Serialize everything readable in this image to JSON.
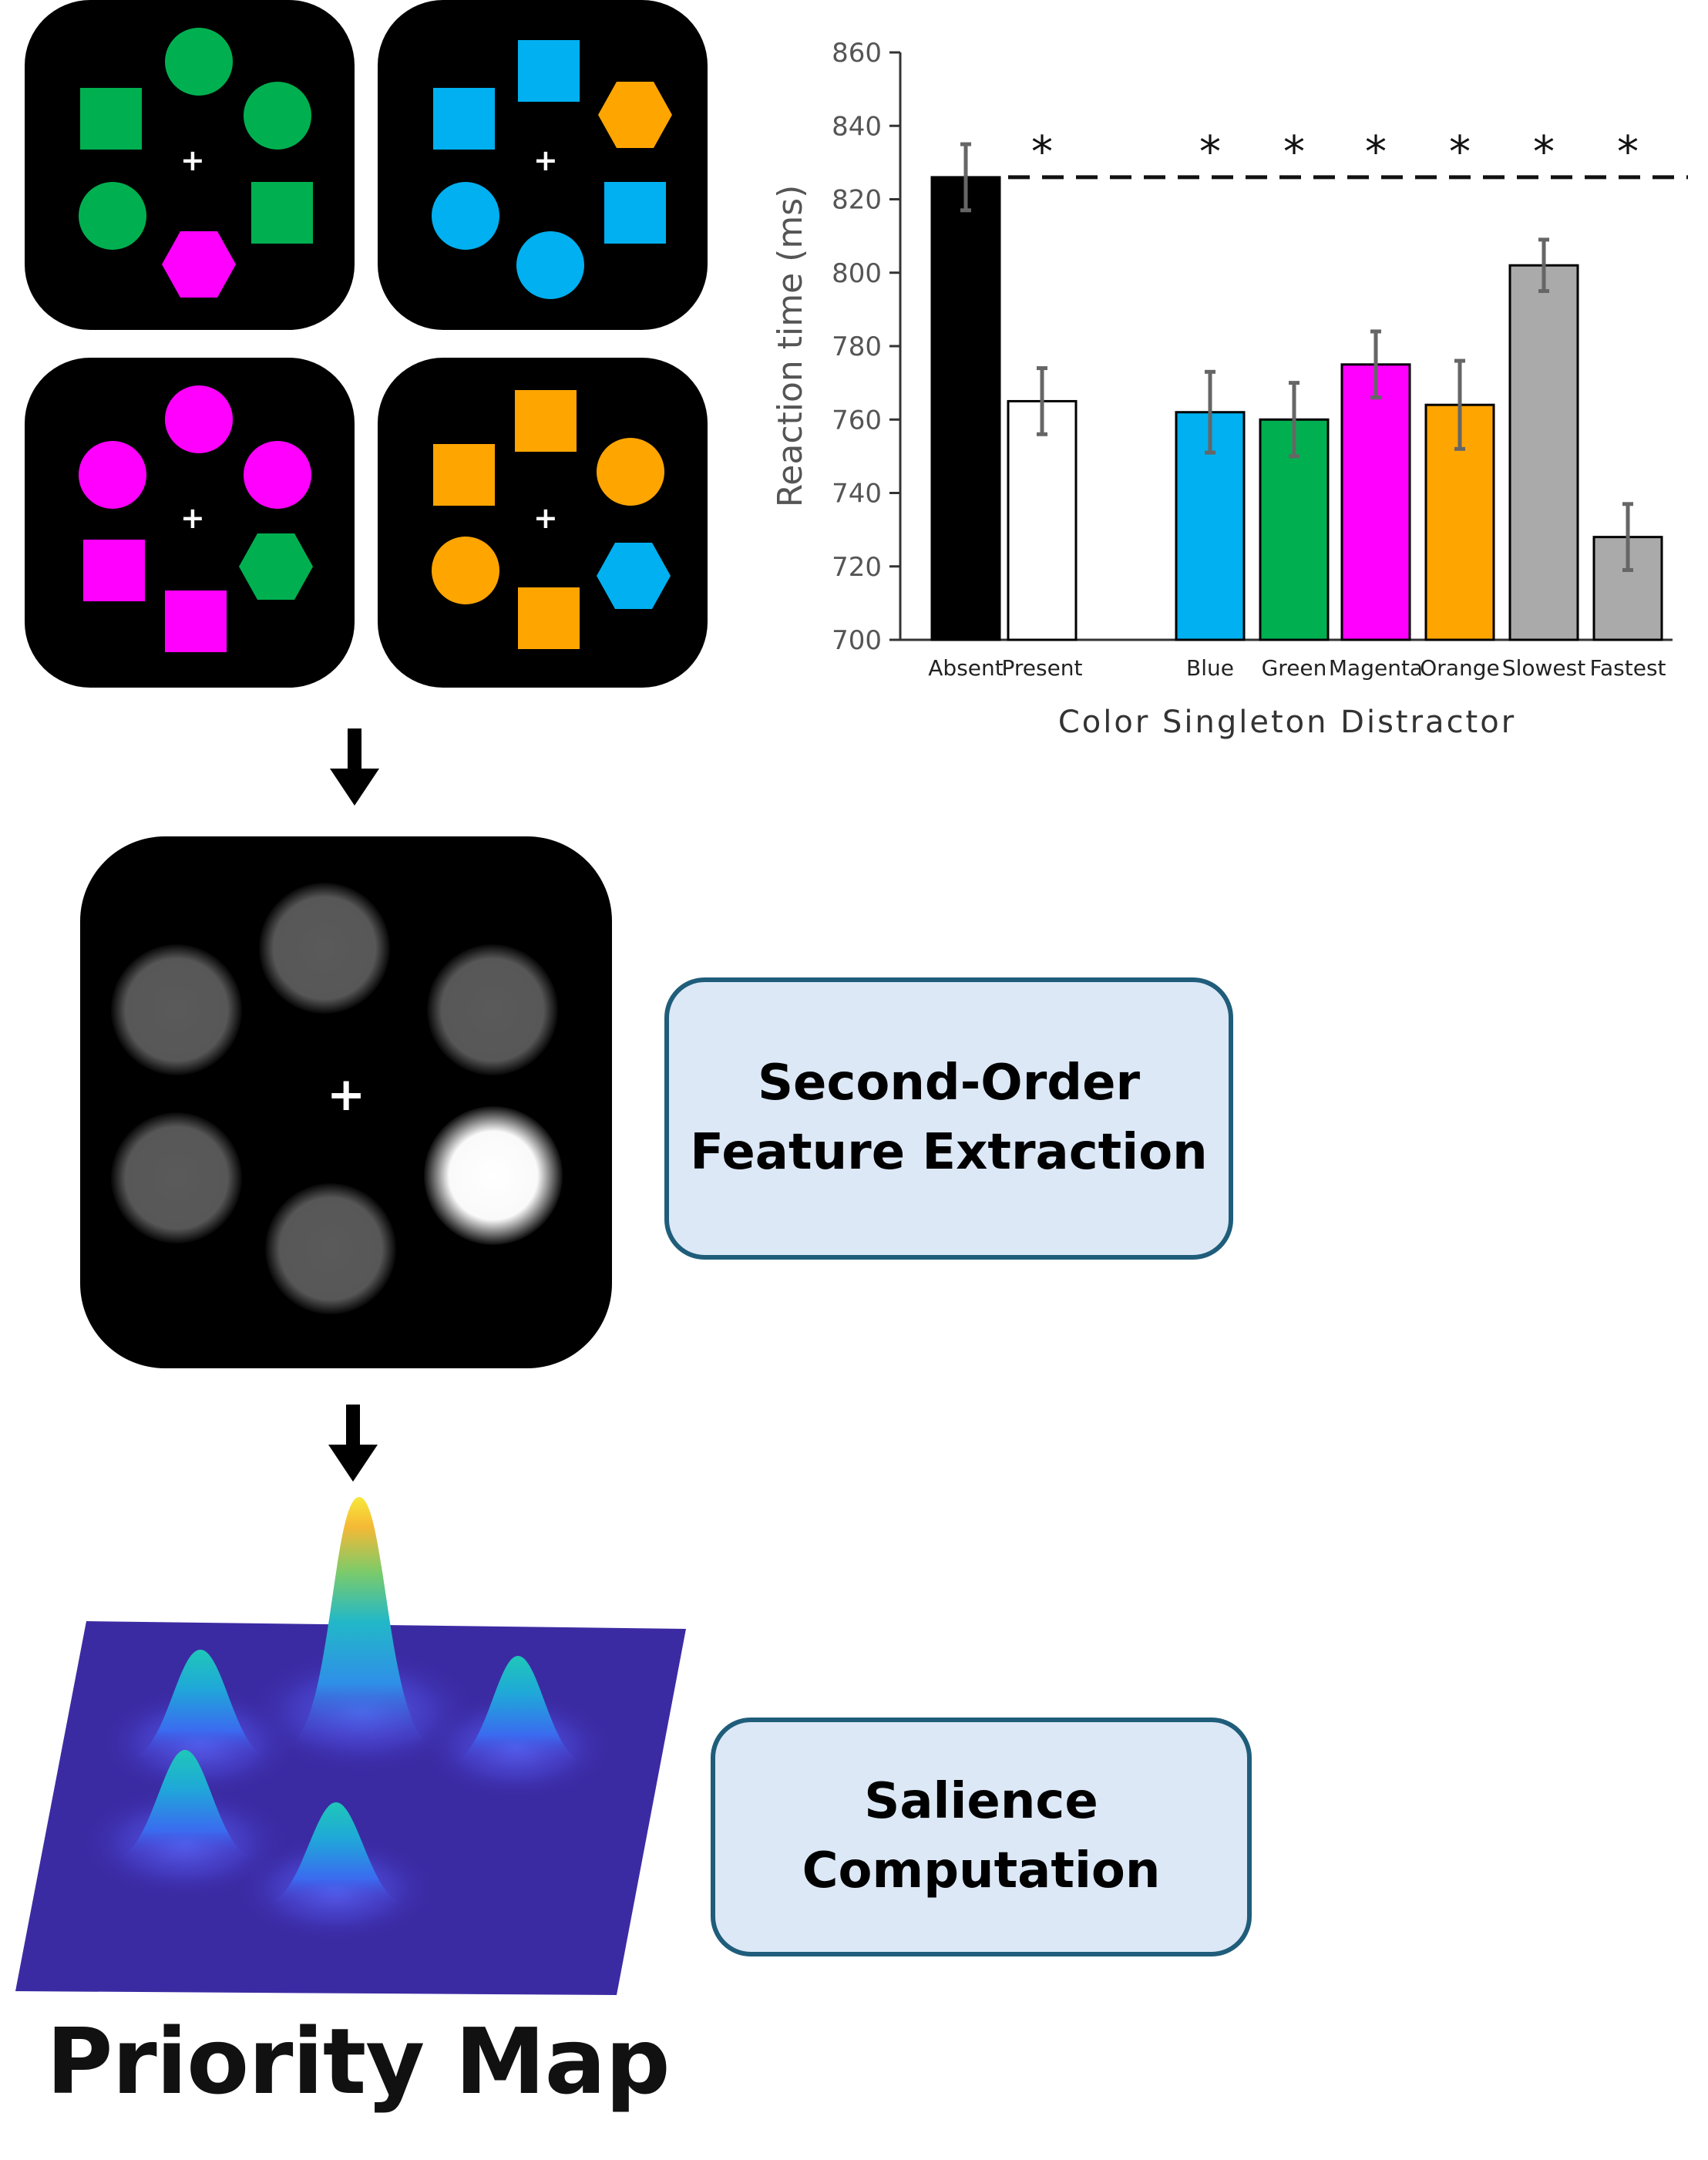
{
  "colors": {
    "green": "#00b050",
    "blue": "#00b0f0",
    "magenta": "#ff00ff",
    "orange": "#ffa500",
    "gray": "#aaaaaa",
    "panel": "#000000",
    "box_fill": "#dce8f6",
    "box_border": "#1f5d7a",
    "map_base": "#3b2ba3"
  },
  "search_displays": [
    {
      "name": "green-display",
      "singleton": "magenta-hexagon"
    },
    {
      "name": "blue-display",
      "singleton": "orange-hexagon"
    },
    {
      "name": "magenta-display",
      "singleton": "green-hexagon"
    },
    {
      "name": "orange-display",
      "singleton": "blue-hexagon"
    }
  ],
  "fixation_symbol": "+",
  "stage_labels": {
    "second_order_line1": "Second-Order",
    "second_order_line2": "Feature Extraction",
    "salience_line1": "Salience",
    "salience_line2": "Computation",
    "priority_map": "Priority Map"
  },
  "chart_data": {
    "type": "bar",
    "title": "",
    "xlabel": "Color Singleton Distractor",
    "ylabel": "Reaction time (ms)",
    "ylim": [
      700,
      860
    ],
    "yticks": [
      700,
      720,
      740,
      760,
      780,
      800,
      820,
      840,
      860
    ],
    "categories": [
      "Absent",
      "Present",
      "Blue",
      "Green",
      "Magenta",
      "Orange",
      "Slowest",
      "Fastest"
    ],
    "values": [
      826,
      765,
      762,
      760,
      775,
      764,
      802,
      728
    ],
    "error": [
      9,
      9,
      11,
      10,
      9,
      12,
      7,
      9
    ],
    "colors": [
      "#000000",
      "#ffffff",
      "#00b0f0",
      "#00b050",
      "#ff00ff",
      "#ffa500",
      "#aaaaaa",
      "#aaaaaa"
    ],
    "significance_marks": [
      "",
      "*",
      "*",
      "*",
      "*",
      "*",
      "*",
      "*"
    ],
    "reference_line": 826,
    "grid": false
  }
}
